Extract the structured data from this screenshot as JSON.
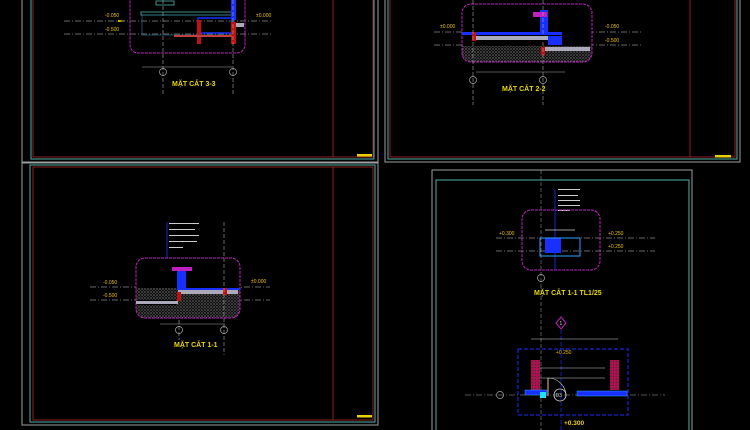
{
  "colors": {
    "background": "#000000",
    "sheet_border": "#9aa0a0",
    "frame_cyan": "#4fb0a8",
    "frame_red": "#b02828",
    "cloud_magenta": "#c020c0",
    "section_blue": "#1830ff",
    "label_yellow": "#e8d000"
  },
  "sheets": [
    {
      "title": "MẶT CẮT 3-3",
      "levels": [
        "-0.050",
        "-0.500",
        "±0.000"
      ]
    },
    {
      "title": "MẶT CẮT 2-2",
      "levels": [
        "±0.000",
        "-0.050",
        "-0.500"
      ]
    },
    {
      "title": "MẶT CẮT 1-1",
      "levels": [
        "-0.050",
        "-0.500",
        "±0.000"
      ]
    },
    {
      "title": "MẶT CẮT 1-1 TL1/25",
      "levels": [
        "+0.300",
        "+0.250",
        "+0.250"
      ],
      "plan_levels": [
        "+0.250",
        "+0.300"
      ],
      "plan_tag": "D3",
      "axis_tag": "1"
    }
  ]
}
